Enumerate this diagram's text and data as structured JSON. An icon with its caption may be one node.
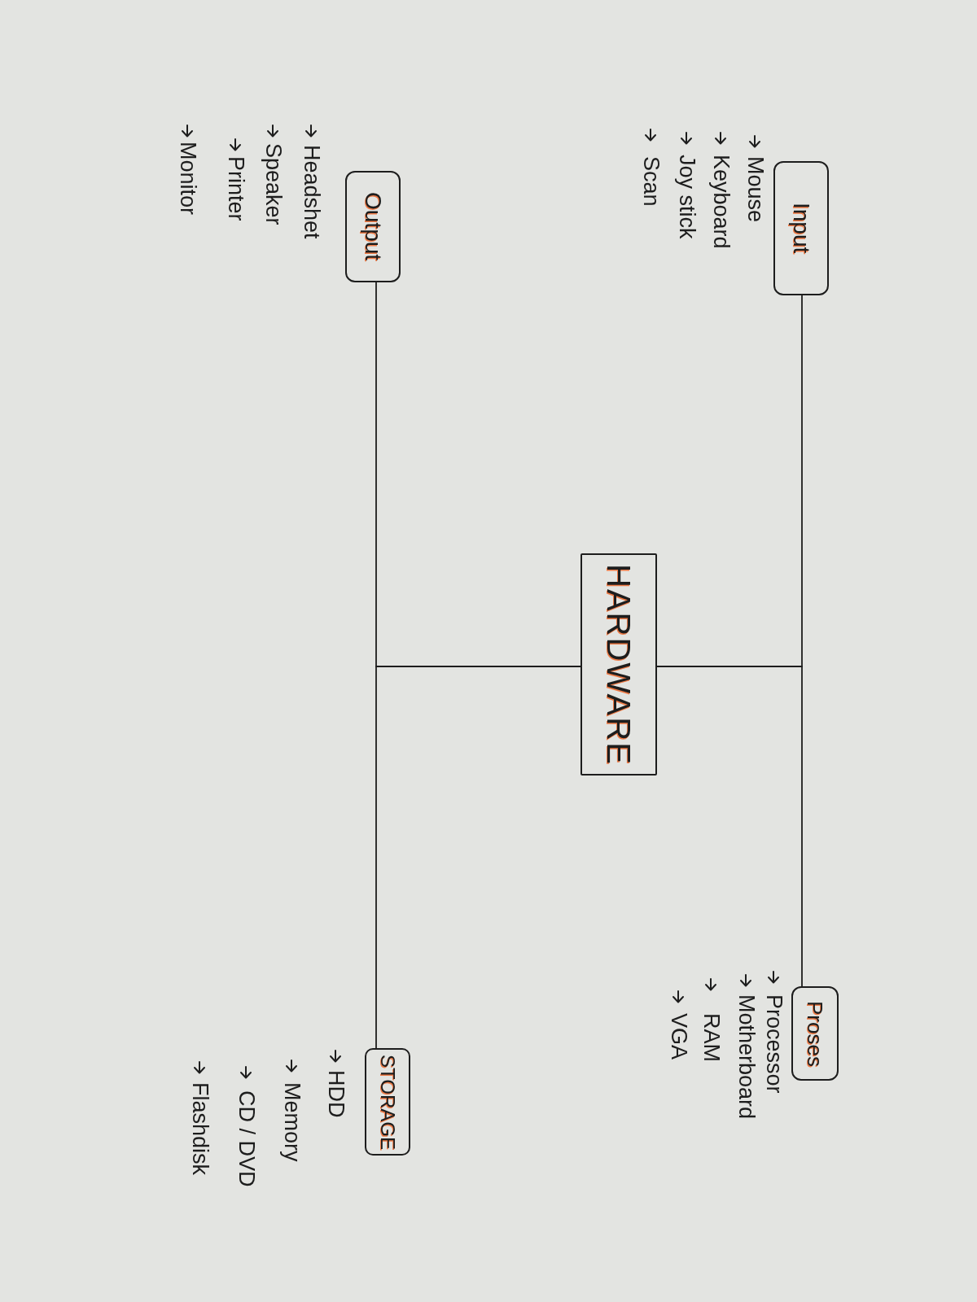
{
  "diagram": {
    "nodes": [
      {
        "text": [
          "HARDWARE"
        ]
      },
      {
        "text": [
          "Input"
        ],
        "beside": [
          "Mouse",
          "Keyboard",
          "Joy stick",
          "Scan"
        ]
      },
      {
        "text": [
          "Proses"
        ],
        "beside": [
          "Processor",
          "Motherboard",
          "RAM",
          "VGA"
        ]
      },
      {
        "text": [
          "Output"
        ],
        "beside": [
          "Headshet",
          "Speaker",
          "Printer",
          "Monitor"
        ]
      },
      {
        "text": [
          "STORAGE"
        ],
        "beside": [
          "HDD",
          "Memory",
          "CD / DVD",
          "Flashdisk"
        ]
      }
    ],
    "edges": [
      {
        "from": 0,
        "to": 1,
        "arrow": "none"
      },
      {
        "from": 0,
        "to": 2,
        "arrow": "none"
      },
      {
        "from": 0,
        "to": 3,
        "arrow": "none"
      },
      {
        "from": 0,
        "to": 4,
        "arrow": "none"
      }
    ]
  }
}
